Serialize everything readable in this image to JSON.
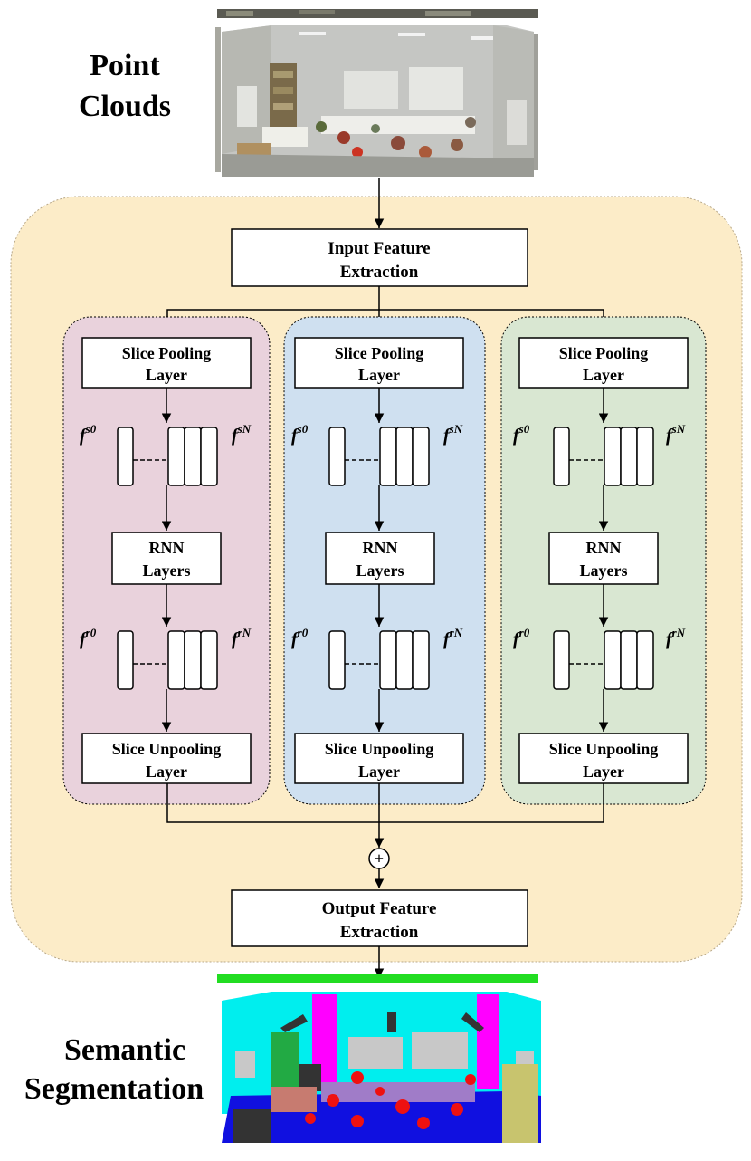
{
  "labels": {
    "point_clouds_line1": "Point",
    "point_clouds_line2": "Clouds",
    "semantic_line1": "Semantic",
    "semantic_line2": "Segmentation",
    "input_feature_line1": "Input Feature",
    "input_feature_line2": "Extraction",
    "output_feature_line1": "Output Feature",
    "output_feature_line2": "Extraction",
    "plus": "+"
  },
  "branches": [
    {
      "color": "#e9d2dc",
      "pool_line1": "Slice Pooling",
      "pool_line2": "Layer",
      "rnn_line1": "RNN",
      "rnn_line2": "Layers",
      "unpool_line1": "Slice Unpooling",
      "unpool_line2": "Layer",
      "fs0": "f",
      "fs0_sup": "s0",
      "fsN": "f",
      "fsN_sup": "sN",
      "fr0": "f",
      "fr0_sup": "r0",
      "frN": "f",
      "frN_sup": "rN"
    },
    {
      "color": "#cfe0f0",
      "pool_line1": "Slice Pooling",
      "pool_line2": "Layer",
      "rnn_line1": "RNN",
      "rnn_line2": "Layers",
      "unpool_line1": "Slice Unpooling",
      "unpool_line2": "Layer",
      "fs0": "f",
      "fs0_sup": "s0",
      "fsN": "f",
      "fsN_sup": "sN",
      "fr0": "f",
      "fr0_sup": "r0",
      "frN": "f",
      "frN_sup": "rN"
    },
    {
      "color": "#d9e7d2",
      "pool_line1": "Slice Pooling",
      "pool_line2": "Layer",
      "rnn_line1": "RNN",
      "rnn_line2": "Layers",
      "unpool_line1": "Slice Unpooling",
      "unpool_line2": "Layer",
      "fs0": "f",
      "fs0_sup": "s0",
      "fsN": "f",
      "fsN_sup": "sN",
      "fr0": "f",
      "fr0_sup": "r0",
      "frN": "f",
      "frN_sup": "rN"
    }
  ],
  "colors": {
    "outer_panel": "#fcecc8",
    "seg_floor": "#1010e0",
    "seg_wall": "#00eeee",
    "seg_column": "#ff00ff",
    "seg_chair": "#ee1111",
    "seg_table": "#a07cc8",
    "seg_ceiling": "#22dd22",
    "seg_board": "#c8c8c8",
    "seg_bookcase": "#22aa44",
    "seg_sofa": "#c77b70",
    "seg_door": "#c8c46e",
    "seg_clutter": "#333333"
  }
}
